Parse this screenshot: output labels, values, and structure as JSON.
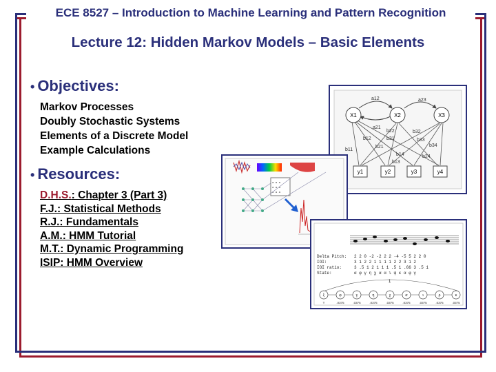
{
  "header": {
    "title": "ECE 8527 – Introduction to Machine Learning and Pattern Recognition"
  },
  "lecture": {
    "title": "Lecture 12: Hidden Markov Models – Basic Elements"
  },
  "objectives": {
    "heading": "Objectives:",
    "items": [
      "Markov Processes",
      "Doubly Stochastic Systems",
      "Elements of a Discrete Model",
      "Example Calculations"
    ]
  },
  "resources": {
    "heading": "Resources:",
    "items": [
      {
        "prefix": "D.H.S.",
        "label": ": Chapter 3 (Part 3)"
      },
      {
        "label": "F.J.: Statistical Methods"
      },
      {
        "label": "R.J.: Fundamentals"
      },
      {
        "label": "A.M.: HMM Tutorial"
      },
      {
        "label": "M.T.: Dynamic Programming"
      },
      {
        "label": "ISIP: HMM Overview"
      }
    ]
  },
  "hmm_diagram": {
    "states": [
      "X1",
      "X2",
      "X3"
    ],
    "outputs": [
      "y1",
      "y2",
      "y3",
      "y4"
    ],
    "labels": [
      "a12",
      "a21",
      "a23",
      "b11",
      "b12",
      "b13",
      "b14",
      "b21",
      "b22",
      "b24",
      "b31",
      "b32",
      "b33",
      "b34"
    ]
  },
  "music_table": {
    "rows": [
      {
        "label": "Delta Pitch:",
        "values": "2  2  0  -2  -2  2 2  -4 -5  5    2   2   0"
      },
      {
        "label": "IOI:",
        "values": "3  1  2  2   1  1 1  1  2  2    3   1   2"
      },
      {
        "label": "IOI ratio:",
        "values": "3  .5  1  2   1  1 1  .5 1  .66  3  .5  1"
      },
      {
        "label": "State:",
        "values": "α  φ  γ  η   χ  α α  ι  ψ  κ    α   φ   γ"
      }
    ],
    "chain_states": [
      "ξ",
      "φ",
      "γ",
      "η",
      "χ",
      "α",
      "ι",
      "ρ",
      "κ"
    ],
    "chain_probs": [
      "T",
      ".0375",
      ".0375",
      ".0375",
      ".0375",
      ".0375",
      ".0375",
      ".0375",
      ".0375"
    ],
    "top_label": "1"
  },
  "colors": {
    "navy": "#2a2f7a",
    "red": "#9c1b2e"
  }
}
